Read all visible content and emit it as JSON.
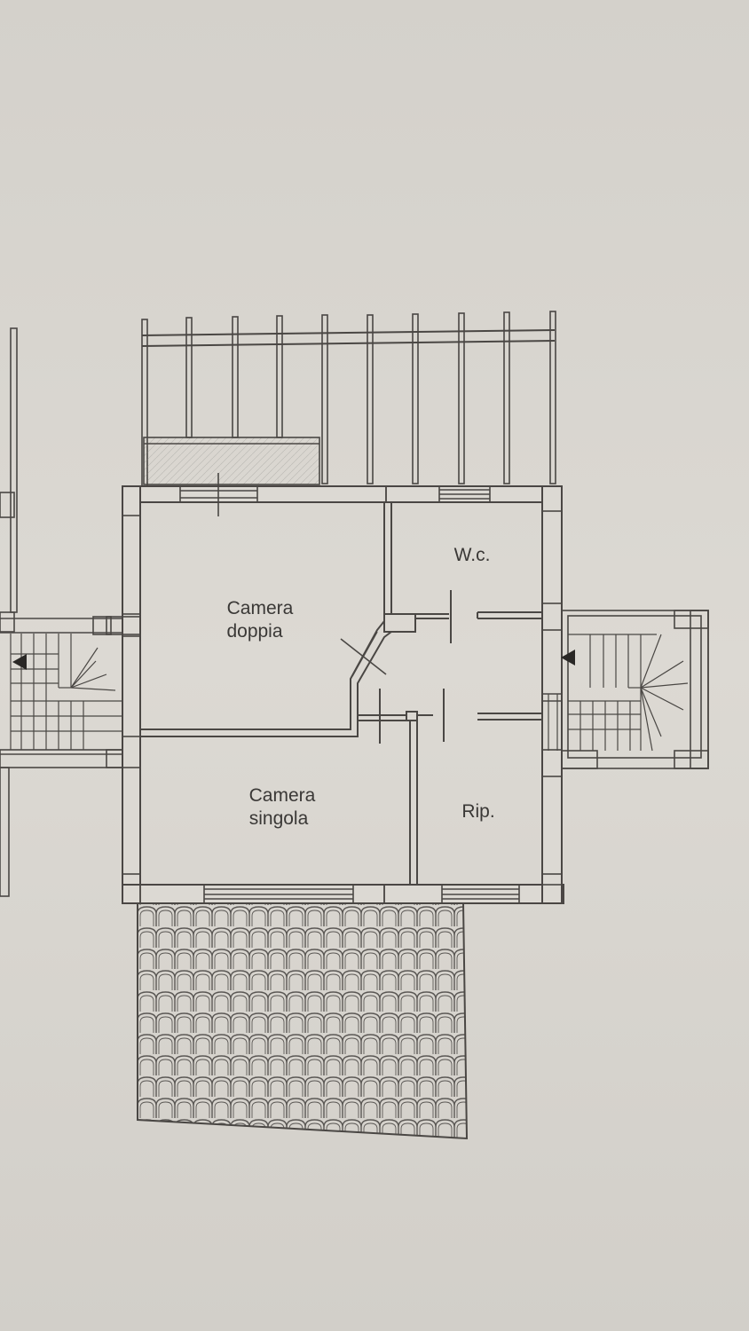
{
  "colors": {
    "paper": "#d9d6d0",
    "ink": "#4a4744",
    "wall_fill": "#dcd9d3",
    "roof_tile": "#5a5754"
  },
  "rooms": {
    "camera_doppia": [
      "Camera",
      "doppia"
    ],
    "wc": "W.c.",
    "camera_singola": [
      "Camera",
      "singola"
    ],
    "rip": "Rip."
  },
  "icons": {
    "stair_arrow_left": "triangle-left",
    "stair_arrow_right": "triangle-left"
  }
}
